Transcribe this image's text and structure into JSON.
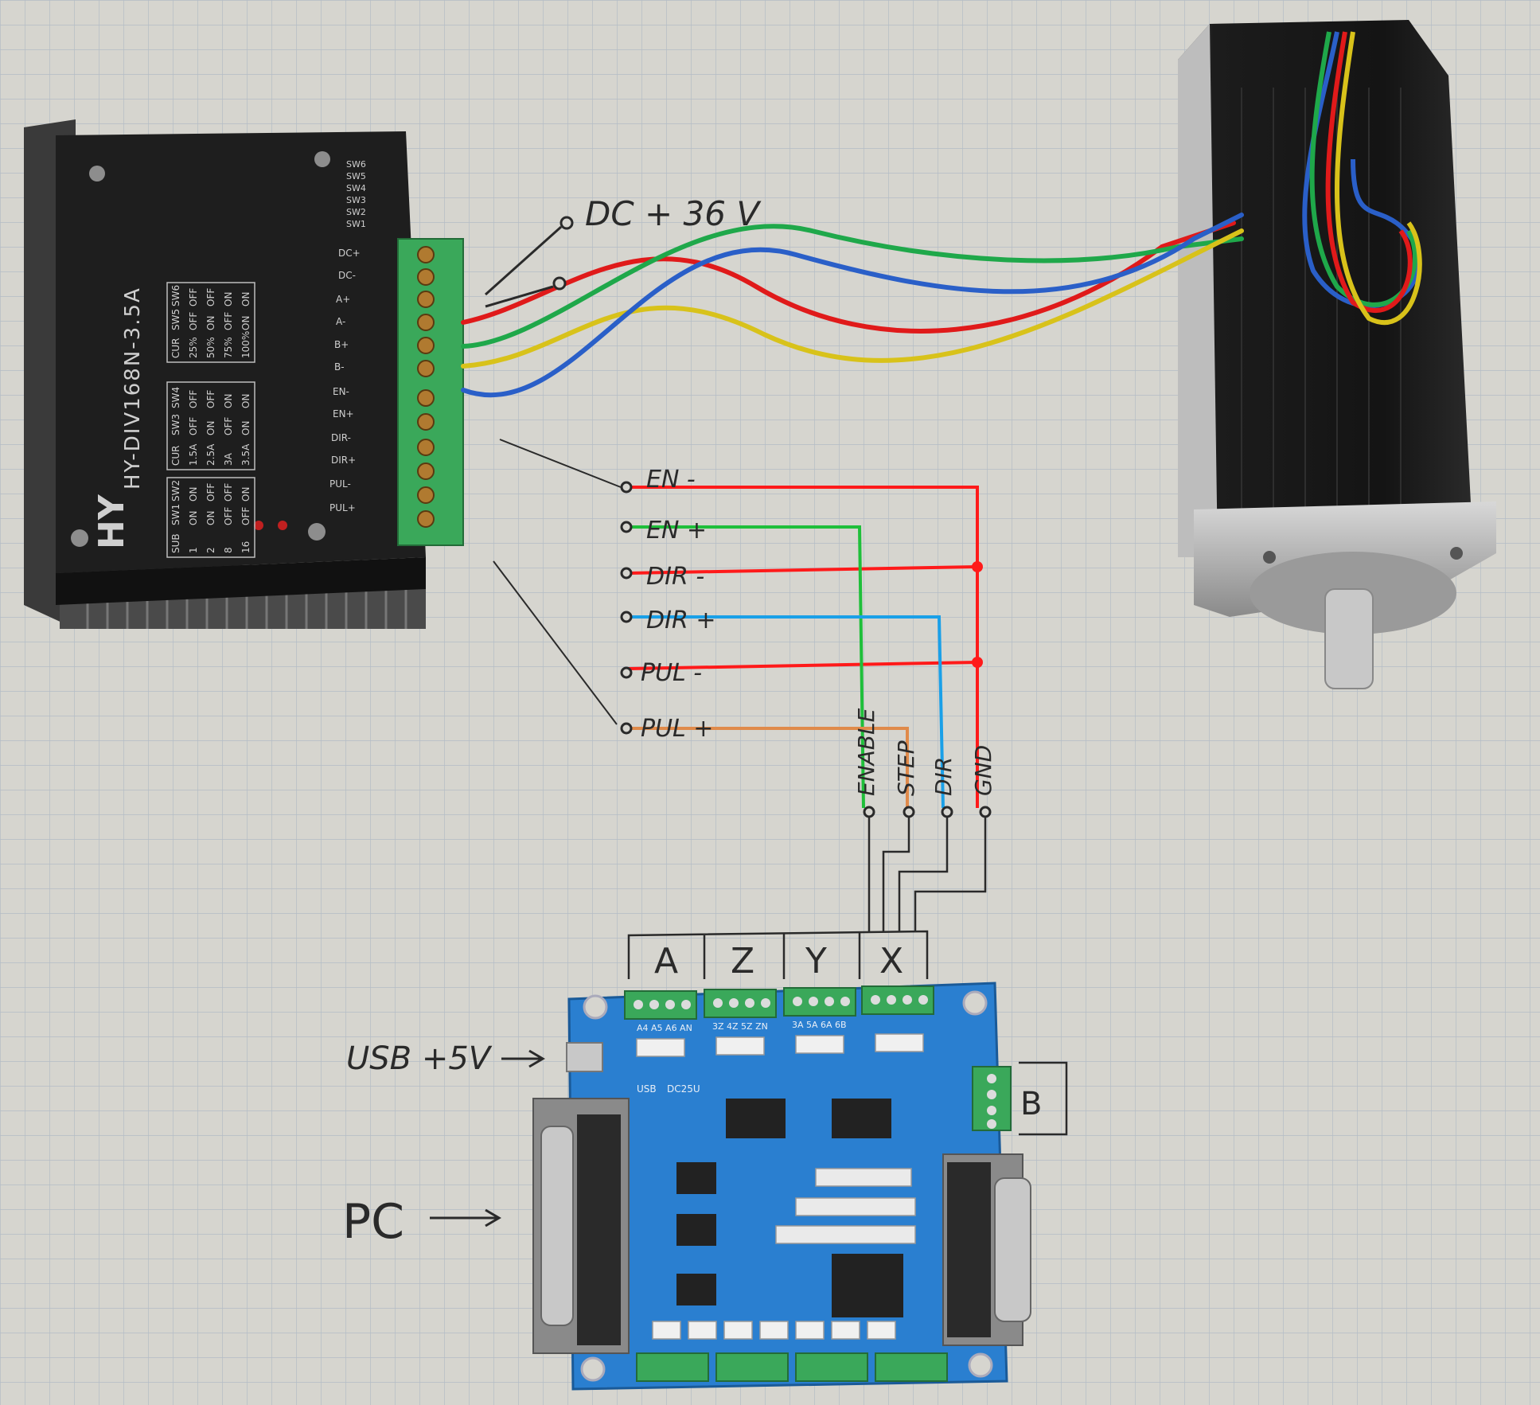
{
  "driver": {
    "model": "HY-DIV168N-3.5A",
    "brand": "HY",
    "switch_labels": [
      "SW6",
      "SW5",
      "SW4",
      "SW3",
      "SW2",
      "SW1"
    ],
    "terminal_labels": [
      "DC+",
      "DC-",
      "A+",
      "A-",
      "B+",
      "B-",
      "EN-",
      "EN+",
      "DIR-",
      "DIR+",
      "PUL-",
      "PUL+"
    ],
    "current_table": {
      "headers": [
        "CUR",
        "SW5",
        "SW6"
      ],
      "rows": [
        [
          "25%",
          "OFF",
          "OFF"
        ],
        [
          "50%",
          "ON",
          "OFF"
        ],
        [
          "75%",
          "OFF",
          "ON"
        ],
        [
          "100%",
          "ON",
          "ON"
        ]
      ]
    },
    "amp_table": {
      "headers": [
        "CUR",
        "SW3",
        "SW4"
      ],
      "rows": [
        [
          "1.5A",
          "OFF",
          "OFF"
        ],
        [
          "2.5A",
          "ON",
          "OFF"
        ],
        [
          "3A",
          "OFF",
          "ON"
        ],
        [
          "3.5A",
          "ON",
          "ON"
        ]
      ]
    },
    "step_table": {
      "headers": [
        "SUB",
        "SW1",
        "SW2"
      ],
      "rows": [
        [
          "1",
          "ON",
          "ON"
        ],
        [
          "2",
          "ON",
          "OFF"
        ],
        [
          "8",
          "OFF",
          "OFF"
        ],
        [
          "16",
          "OFF",
          "ON"
        ]
      ]
    }
  },
  "annotations": {
    "power": "DC + 36 V",
    "driver_signals": [
      "EN -",
      "EN +",
      "DIR -",
      "DIR +",
      "PUL -",
      "PUL +"
    ],
    "board_signals": [
      "ENABLE",
      "STEP",
      "DIR",
      "GND"
    ],
    "axes": [
      "A",
      "Z",
      "Y",
      "X"
    ],
    "extra_port": "B",
    "usb": "USB +5V",
    "pc": "PC"
  },
  "board": {
    "axis_silk": [
      "A4 A5 A6 AN",
      "3Z 4Z 5Z ZN",
      "3A 5A 6A 6B"
    ],
    "silk_usb": "USB",
    "silk_dc": "DC25U"
  },
  "colors": {
    "paper": "#d9d8d2",
    "grid": "#b9c0c8",
    "wire_red": "#e01a1a",
    "wire_green": "#1fa84a",
    "wire_blue": "#2a5fc8",
    "wire_yellow": "#d8c21a",
    "line_red": "#ff1a1a",
    "line_green": "#1fbf3a",
    "line_cyan": "#1aa0e8",
    "line_orange": "#e08a4a",
    "pcb": "#2a7fd0",
    "terminal_green": "#3aa85a",
    "driver_body": "#1e1e1e",
    "motor_body": "#1a1a1a"
  }
}
